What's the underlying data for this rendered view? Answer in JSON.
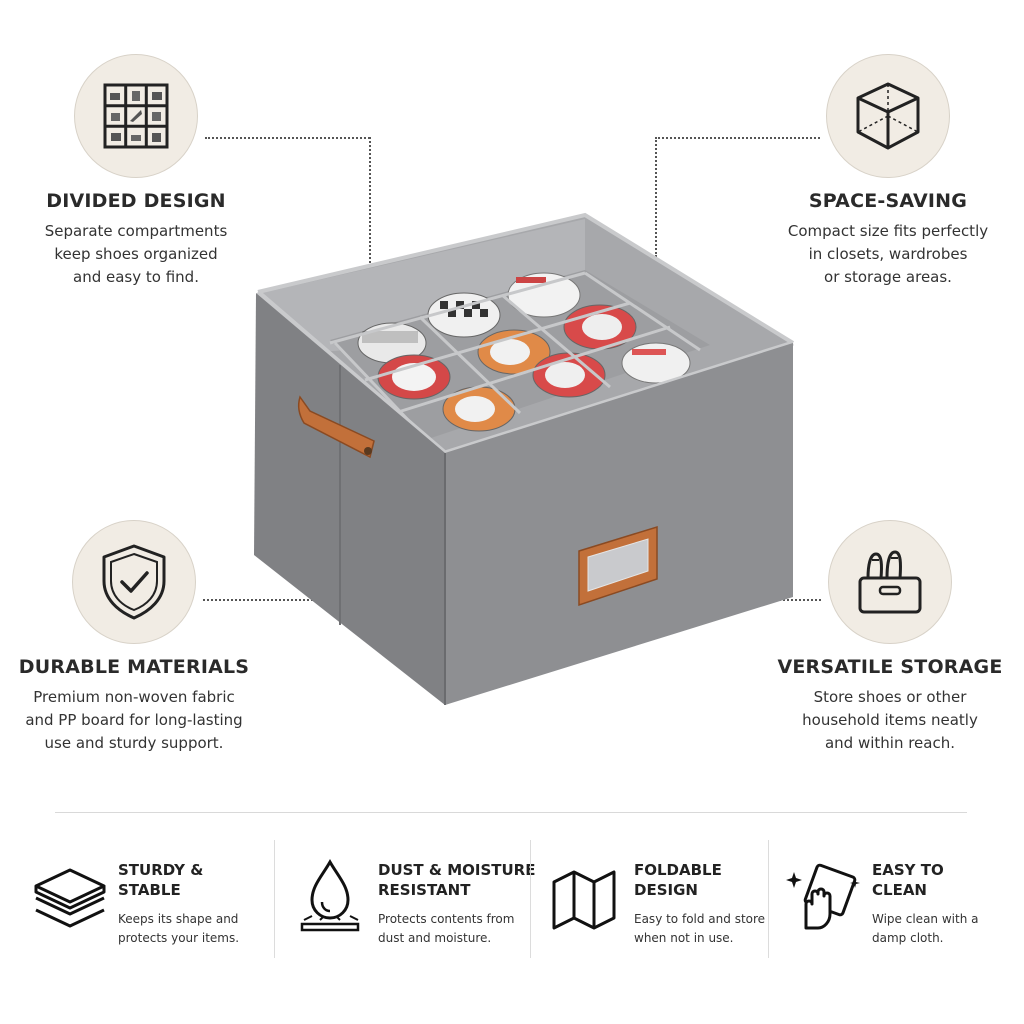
{
  "features": {
    "divided": {
      "icon": "grid-compartments-icon",
      "title": "DIVIDED DESIGN",
      "text": "Separate compartments\nkeep shoes organized\nand easy to find."
    },
    "space": {
      "icon": "cube-icon",
      "title": "SPACE-SAVING",
      "text": "Compact size fits perfectly\nin closets, wardrobes\nor storage areas."
    },
    "durable": {
      "icon": "shield-check-icon",
      "title": "DURABLE MATERIALS",
      "text": "Premium non-woven fabric\nand PP board for long-lasting\nuse and sturdy support."
    },
    "versatile": {
      "icon": "box-with-items-icon",
      "title": "VERSATILE STORAGE",
      "text": "Store shoes or other\nhousehold items neatly\nand within reach."
    }
  },
  "bottom": [
    {
      "icon": "layers-icon",
      "title": "STURDY &\nSTABLE",
      "text": "Keeps its shape and\nprotects your items."
    },
    {
      "icon": "water-drop-icon",
      "title": "DUST & MOISTURE\nRESISTANT",
      "text": "Protects contents from\ndust and moisture."
    },
    {
      "icon": "folding-panel-icon",
      "title": "FOLDABLE\nDESIGN",
      "text": "Easy to fold and store\nwhen not in use."
    },
    {
      "icon": "wipe-hand-icon",
      "title": "EASY TO\nCLEAN",
      "text": "Wipe clean with a\ndamp cloth."
    }
  ],
  "colors": {
    "box_gray": "#8e8f92",
    "box_dark": "#77787b",
    "leather": "#c2703a",
    "circle_bg": "#f1ece4"
  }
}
